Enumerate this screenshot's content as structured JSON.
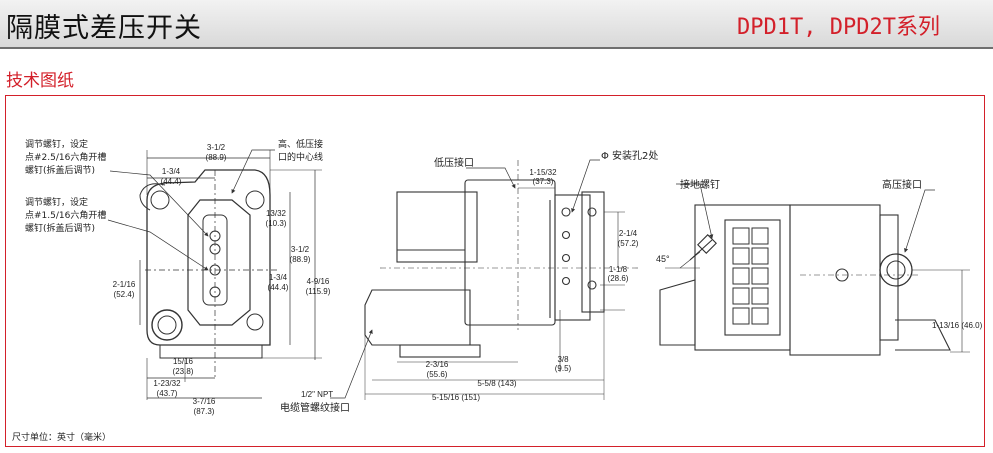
{
  "header": {
    "title": "隔膜式差压开关",
    "series": "DPD1T, DPD2T系列"
  },
  "section": {
    "title": "技术图纸"
  },
  "drawing": {
    "front": {
      "callout_top": [
        "调节螺钉，设定",
        "点#2.5/16六角开槽",
        "螺钉(拆盖后调节)"
      ],
      "callout_bottom": [
        "调节螺钉，设定",
        "点#1.5/16六角开槽",
        "螺钉(拆盖后调节)"
      ],
      "callout_ports": [
        "高、低压接",
        "口的中心线"
      ],
      "dims": {
        "top_width": [
          "3-1/2",
          "(88.9)"
        ],
        "inner_width": [
          "1-3/4",
          "(44.4)"
        ],
        "right_small": [
          "13/32",
          "(10.3)"
        ],
        "right_mid": [
          "3-1/2",
          "(88.9)"
        ],
        "right_low": [
          "1-3/4",
          "(44.4)"
        ],
        "total_height": [
          "4-9/16",
          "(115.9)"
        ],
        "left_height": [
          "2-1/16",
          "(52.4)"
        ],
        "bottom_a": [
          "15/16",
          "(23.8)"
        ],
        "bottom_b": [
          "1-23/32",
          "(43.7)"
        ],
        "bottom_c": [
          "3-7/16",
          "(87.3)"
        ]
      }
    },
    "side": {
      "low_port": "低压接口",
      "mount_hole": "Φ 安装孔2处",
      "conduit": [
        "1/2\" NPT",
        "电缆管螺纹接口"
      ],
      "dims": {
        "top": [
          "1-15/32",
          "(37.3)"
        ],
        "right_a": [
          "2-1/4",
          "(57.2)"
        ],
        "right_b": [
          "1-1/8",
          "(28.6)"
        ],
        "bottom_small": [
          "3/8",
          "(9.5)"
        ],
        "bottom_a": [
          "2-3/16",
          "(55.6)"
        ],
        "bottom_b": "5-5/8 (143)",
        "bottom_c": "5-15/16 (151)"
      }
    },
    "terminal": {
      "ground_screw": "接地螺钉",
      "high_port": "高压接口",
      "angle": "45°",
      "height": "1-13/16 (46.0)"
    },
    "units_note": "尺寸单位：英寸（毫米）"
  }
}
